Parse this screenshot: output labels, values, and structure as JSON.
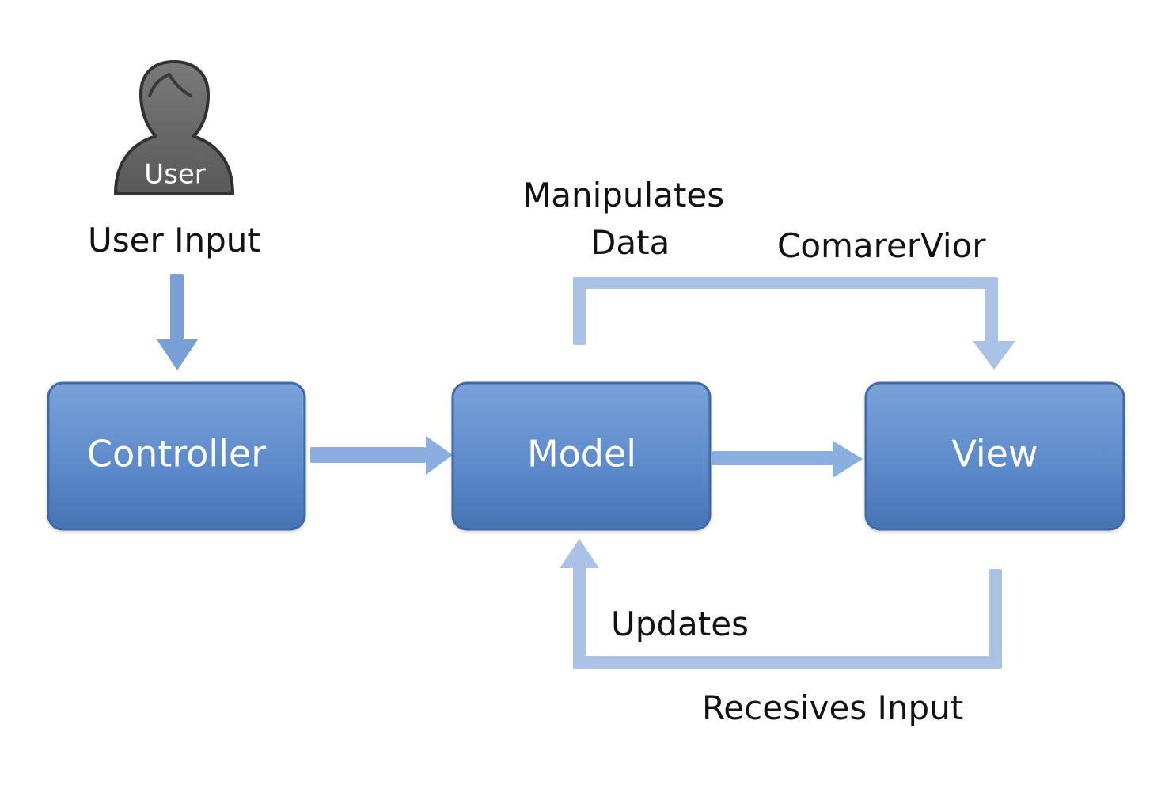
{
  "user_icon": {
    "badge": "User",
    "icon": "user-icon",
    "color": "#5f5f5f"
  },
  "labels": {
    "user_input": "User Input",
    "manipulates_line1": "Manipulates",
    "manipulates_line2": "Data",
    "comarer_vior": "ComarerVior",
    "updates": "Updates",
    "recesives_input": "Recesives Input"
  },
  "nodes": {
    "controller": "Controller",
    "model": "Model",
    "view": "View"
  },
  "colors": {
    "box_fill": "#4f7fbf",
    "box_stroke": "#3f67a5",
    "arrow": "#7ba1d6",
    "text": "#121212"
  }
}
